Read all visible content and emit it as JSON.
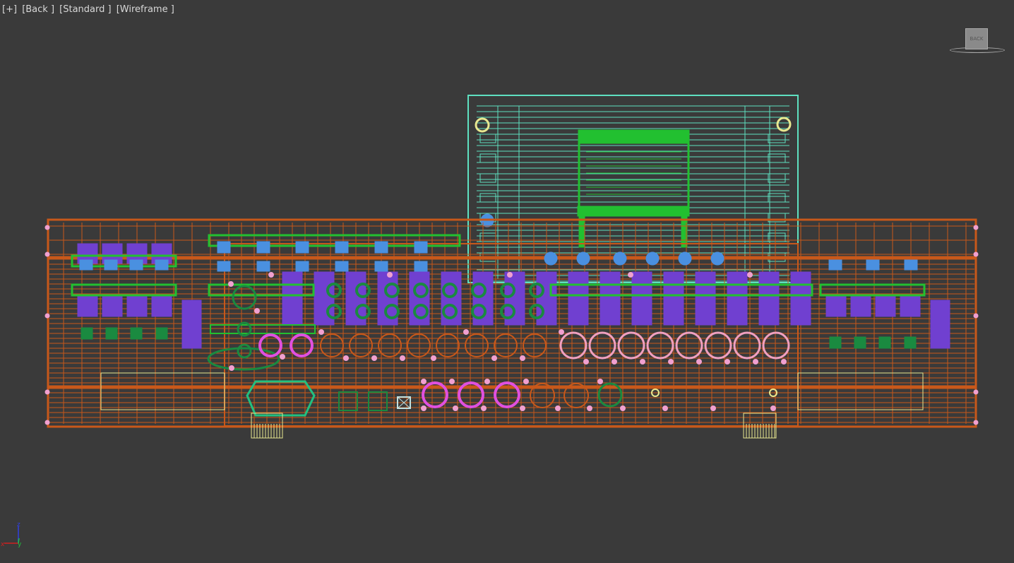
{
  "viewport": {
    "labels": {
      "plus": "[+]",
      "view": "[Back ]",
      "shading_mode": "[Standard ]",
      "display_mode": "[Wireframe ]"
    },
    "viewcube_face": "BACK",
    "axes": {
      "x": "x",
      "y": "y",
      "z": "z"
    }
  },
  "colors": {
    "background": "#3a3a3a",
    "chassis": "#c8581a",
    "top_unit": "#5ee0c0",
    "display": "#22c030",
    "knobs": "#e050e0",
    "connectors": "#7040d0",
    "buttons": "#4a90e0",
    "feet": "#e8e890",
    "dots": "#f0a0d0",
    "green_parts": "#1a8a40",
    "axis_x": "#d02020",
    "axis_y": "#20c040",
    "axis_z": "#3040e0"
  }
}
